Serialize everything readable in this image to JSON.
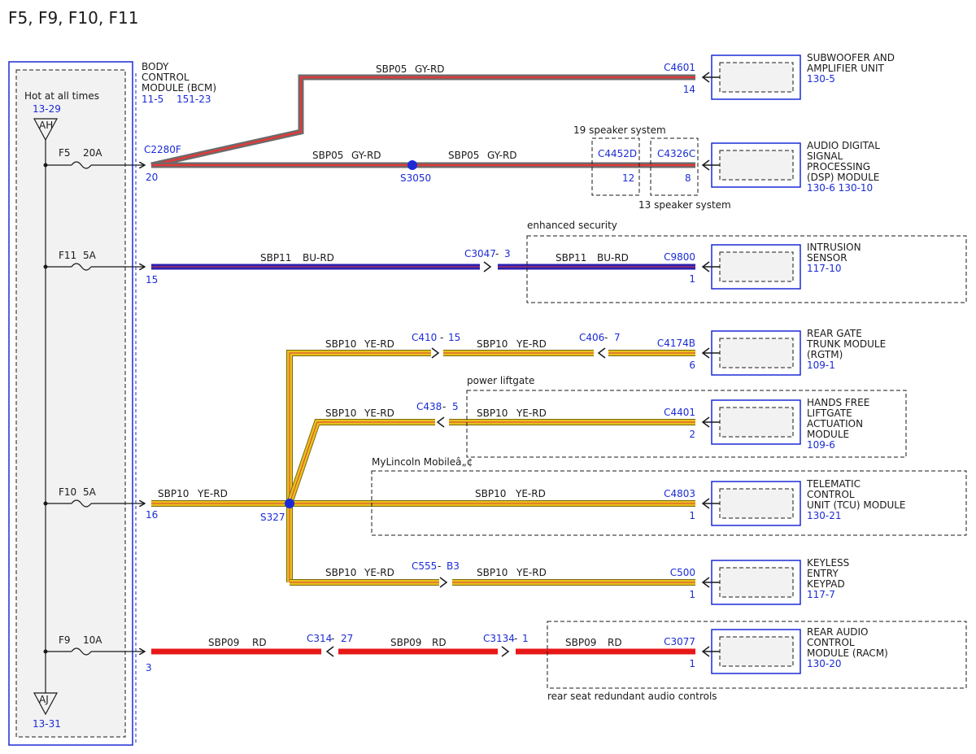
{
  "title": "F5, F9, F10, F11",
  "fuse_box": {
    "hot_label": "Hot at all times",
    "hot_ref": "13-29",
    "top_connector": "AH",
    "bottom_connector": "AJ",
    "bottom_ref": "13-31",
    "fuses": [
      {
        "name": "F5",
        "amps": "20A"
      },
      {
        "name": "F11",
        "amps": "5A"
      },
      {
        "name": "F10",
        "amps": "5A"
      },
      {
        "name": "F9",
        "amps": "10A"
      }
    ]
  },
  "bcm": {
    "line1": "BODY",
    "line2": "CONTROL",
    "line3": "MODULE (BCM)",
    "ref1": "11-5",
    "ref2": "151-23",
    "connector": "C2280F",
    "pins": [
      "20",
      "15",
      "16",
      "3"
    ]
  },
  "wires": {
    "sbp05": {
      "circuit": "SBP05",
      "color": "GY-RD"
    },
    "sbp11": {
      "circuit": "SBP11",
      "color": "BU-RD"
    },
    "sbp10": {
      "circuit": "SBP10",
      "color": "YE-RD"
    },
    "sbp09": {
      "circuit": "SBP09",
      "color": "RD"
    }
  },
  "splices": {
    "s3050": "S3050",
    "s327": "S327"
  },
  "inline_connectors": {
    "c3047": {
      "name": "C3047",
      "pin": "3"
    },
    "c410": {
      "name": "C410",
      "pin": "15"
    },
    "c406": {
      "name": "C406",
      "pin": "7"
    },
    "c438": {
      "name": "C438",
      "pin": "5"
    },
    "c555": {
      "name": "C555",
      "pin": "B3"
    },
    "c314": {
      "name": "C314",
      "pin": "27"
    },
    "c3134": {
      "name": "C3134",
      "pin": "1"
    }
  },
  "options": {
    "speaker19": "19 speaker system",
    "speaker13": "13 speaker system",
    "security": "enhanced security",
    "liftgate": "power liftgate",
    "mylincoln": "MyLincoln Mobileâ„¢",
    "rear_seat": "rear seat redundant audio controls",
    "c4452d": {
      "name": "C4452D",
      "pin": "12"
    },
    "c4326c": {
      "name": "C4326C",
      "pin": "8"
    }
  },
  "modules": [
    {
      "connector": "C4601",
      "pin": "14",
      "lines": [
        "SUBWOOFER AND",
        "AMPLIFIER UNIT"
      ],
      "ref": "130-5"
    },
    {
      "connector": "",
      "pin": "",
      "lines": [
        "AUDIO DIGITAL",
        "SIGNAL",
        "PROCESSING",
        "(DSP) MODULE"
      ],
      "ref": "130-6   130-10"
    },
    {
      "connector": "C9800",
      "pin": "1",
      "lines": [
        "INTRUSION",
        "SENSOR"
      ],
      "ref": "117-10"
    },
    {
      "connector": "C4174B",
      "pin": "6",
      "lines": [
        "REAR GATE",
        "TRUNK MODULE",
        "(RGTM)"
      ],
      "ref": "109-1"
    },
    {
      "connector": "C4401",
      "pin": "2",
      "lines": [
        "HANDS FREE",
        "LIFTGATE",
        "ACTUATION",
        "MODULE"
      ],
      "ref": "109-6"
    },
    {
      "connector": "C4803",
      "pin": "1",
      "lines": [
        "TELEMATIC",
        "CONTROL",
        "UNIT (TCU) MODULE"
      ],
      "ref": "130-21"
    },
    {
      "connector": "C500",
      "pin": "1",
      "lines": [
        "KEYLESS",
        "ENTRY",
        "KEYPAD"
      ],
      "ref": "117-7"
    },
    {
      "connector": "C3077",
      "pin": "1",
      "lines": [
        "REAR AUDIO",
        "CONTROL",
        "MODULE (RACM)"
      ],
      "ref": "130-20"
    }
  ],
  "colors": {
    "schematic_blue": "#1a2bd6",
    "wire_gray_red_outer": "#6b6b6b",
    "wire_gray_red_inner": "#e03a3a",
    "wire_blue_red": "#2a1fb0",
    "wire_yellow_red_outer": "#e8c21a",
    "wire_red": "#e81818"
  }
}
